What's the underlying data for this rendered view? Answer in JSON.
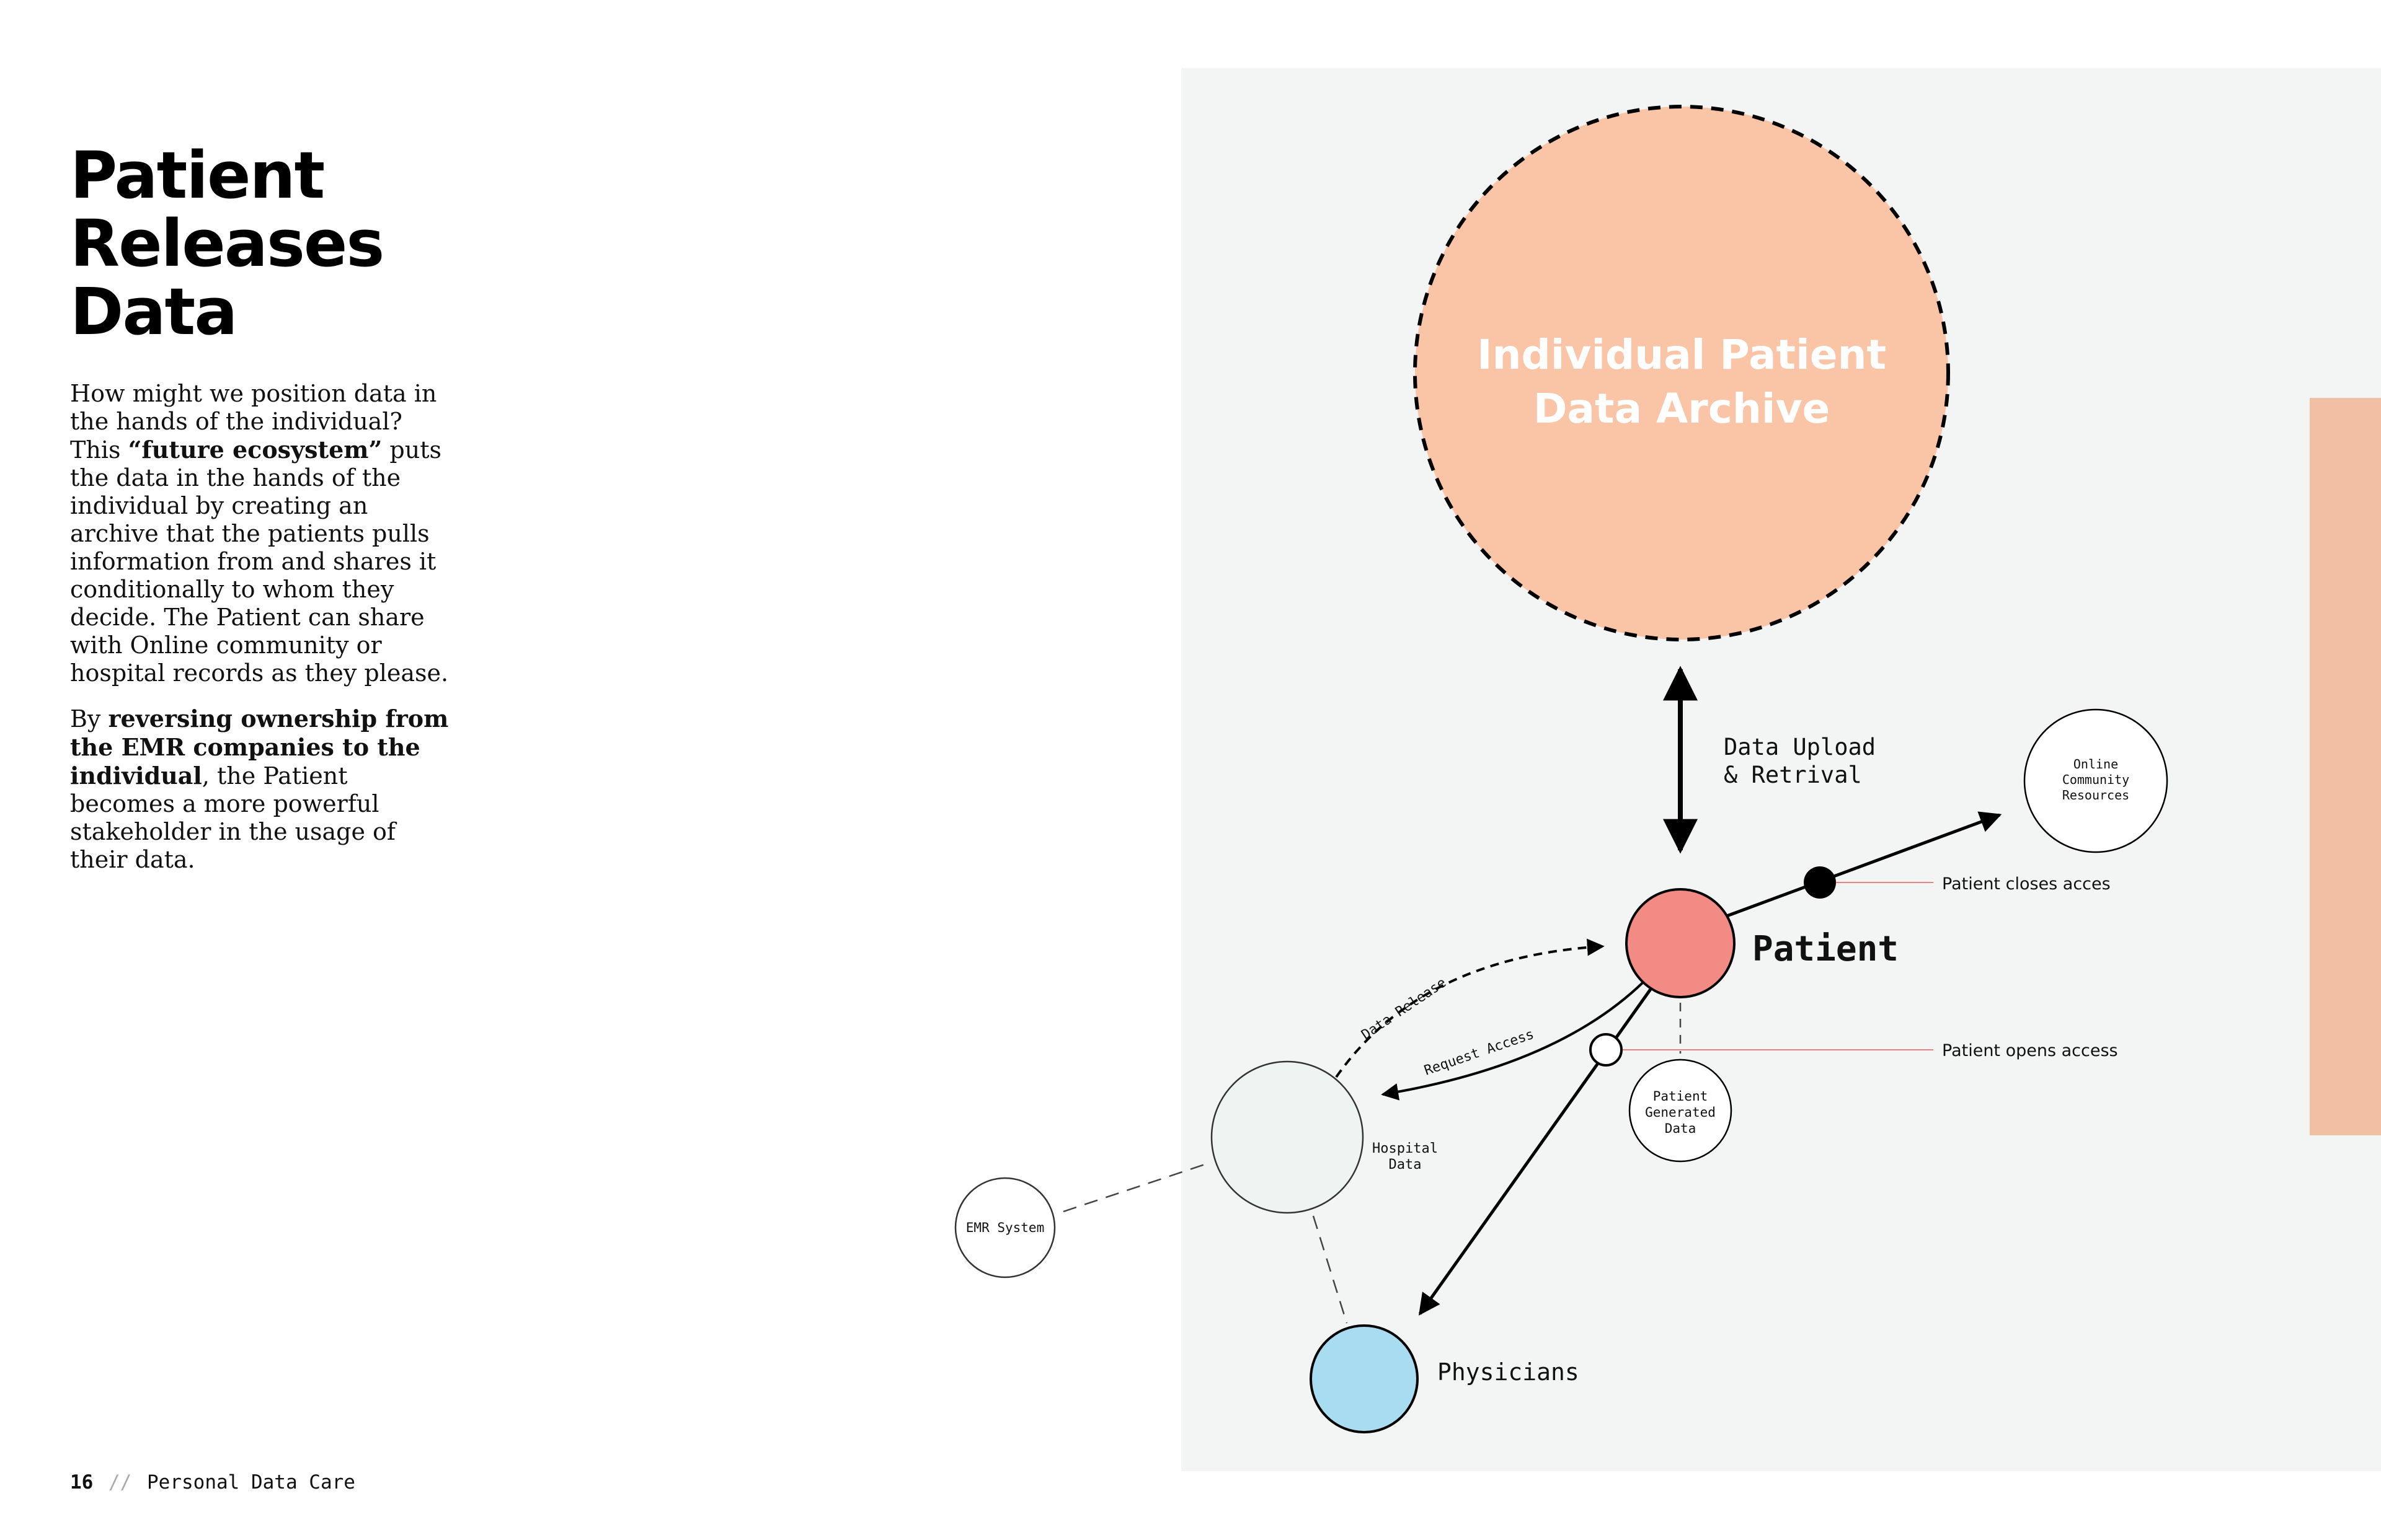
{
  "heading": {
    "lines": [
      "Patient",
      "Releases",
      "Data"
    ]
  },
  "para1": {
    "part1": "How might we position data in the hands of the individual? This ",
    "bold1": "“future ecosystem”",
    "part2": " puts the data in the hands of the individual by creating an archive that the patients pulls information from and shares it conditionally to whom they decide. The Patient can share with Online community or hospital records as they please."
  },
  "para2": {
    "part1": "By ",
    "bold1": "reversing ownership from the EMR companies to the individual",
    "part2": ", the Patient becomes a more powerful stakeholder in the usage of their data."
  },
  "footer": {
    "page": "16",
    "separator": "//",
    "title": "Personal Data Care"
  },
  "diagram": {
    "archive_line1": "Individual Patient",
    "archive_line2": "Data Archive",
    "upload_line1": "Data Upload",
    "upload_line2": "& Retrival",
    "online_line1": "Online",
    "online_line2": "Community",
    "online_line3": "Resources",
    "patient": "Patient",
    "closes_access": "Patient closes acces",
    "opens_access": "Patient opens access",
    "generated_line1": "Patient",
    "generated_line2": "Generated",
    "generated_line3": "Data",
    "data_release": "Data Release",
    "request_access": "Request Access",
    "hospital_line1": "Hospital",
    "hospital_line2": "Data",
    "emr": "EMR System",
    "physicians": "Physicians"
  },
  "colors": {
    "archive": "#fac4a7",
    "patient": "#f28b84",
    "physicians": "#a8dcf1",
    "hospital": "#eef4f2",
    "panel": "#f3f5f4",
    "side_bar": "#f1bfa3",
    "leader_line": "#f08080"
  }
}
